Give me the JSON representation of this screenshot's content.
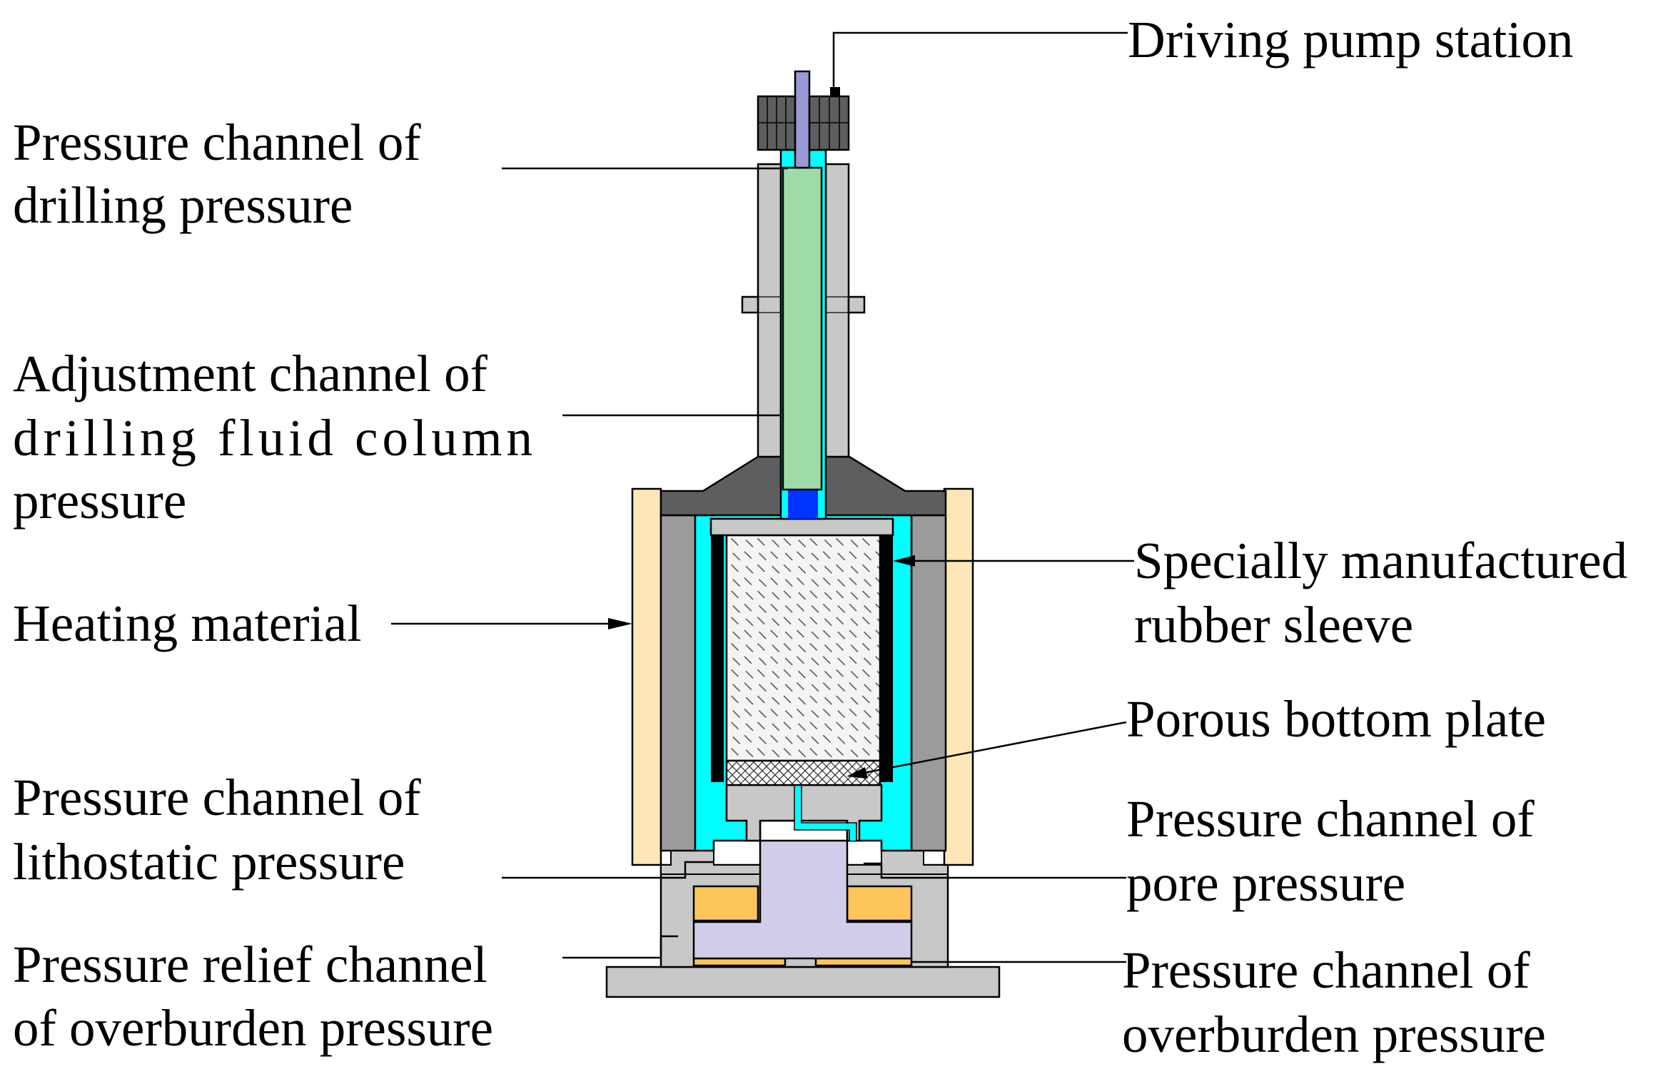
{
  "labels": {
    "driving_pump_station": "Driving pump station",
    "drilling_pressure_channel": [
      "Pressure channel of",
      "drilling pressure"
    ],
    "drilling_fluid_column_adjustment": [
      "Adjustment channel of",
      "drilling fluid column",
      "pressure"
    ],
    "heating_material": "Heating material",
    "lithostatic_pressure_channel": [
      "Pressure channel of",
      "lithostatic pressure"
    ],
    "overburden_relief_channel": [
      "Pressure relief channel",
      "of overburden pressure"
    ],
    "rubber_sleeve": [
      "Specially manufactured",
      "rubber sleeve"
    ],
    "porous_bottom_plate": "Porous bottom plate",
    "pore_pressure_channel": [
      "Pressure channel of",
      "pore pressure"
    ],
    "overburden_pressure_channel": [
      "Pressure channel of",
      "overburden pressure"
    ]
  },
  "colors": {
    "steel_light": "#c8c8c8",
    "steel_mid": "#9b9b9d",
    "steel_dark": "#5d5e60",
    "fluid_cyan": "#00ffff",
    "piston_green": "#9fdba8",
    "fluid_blue": "#0033ff",
    "heater_cream": "#fde7b8",
    "insert_lavender": "#cfcde9",
    "plate_gold": "#fdc55a",
    "sleeve_black": "#000000",
    "rod_lilac": "#9999d5"
  }
}
